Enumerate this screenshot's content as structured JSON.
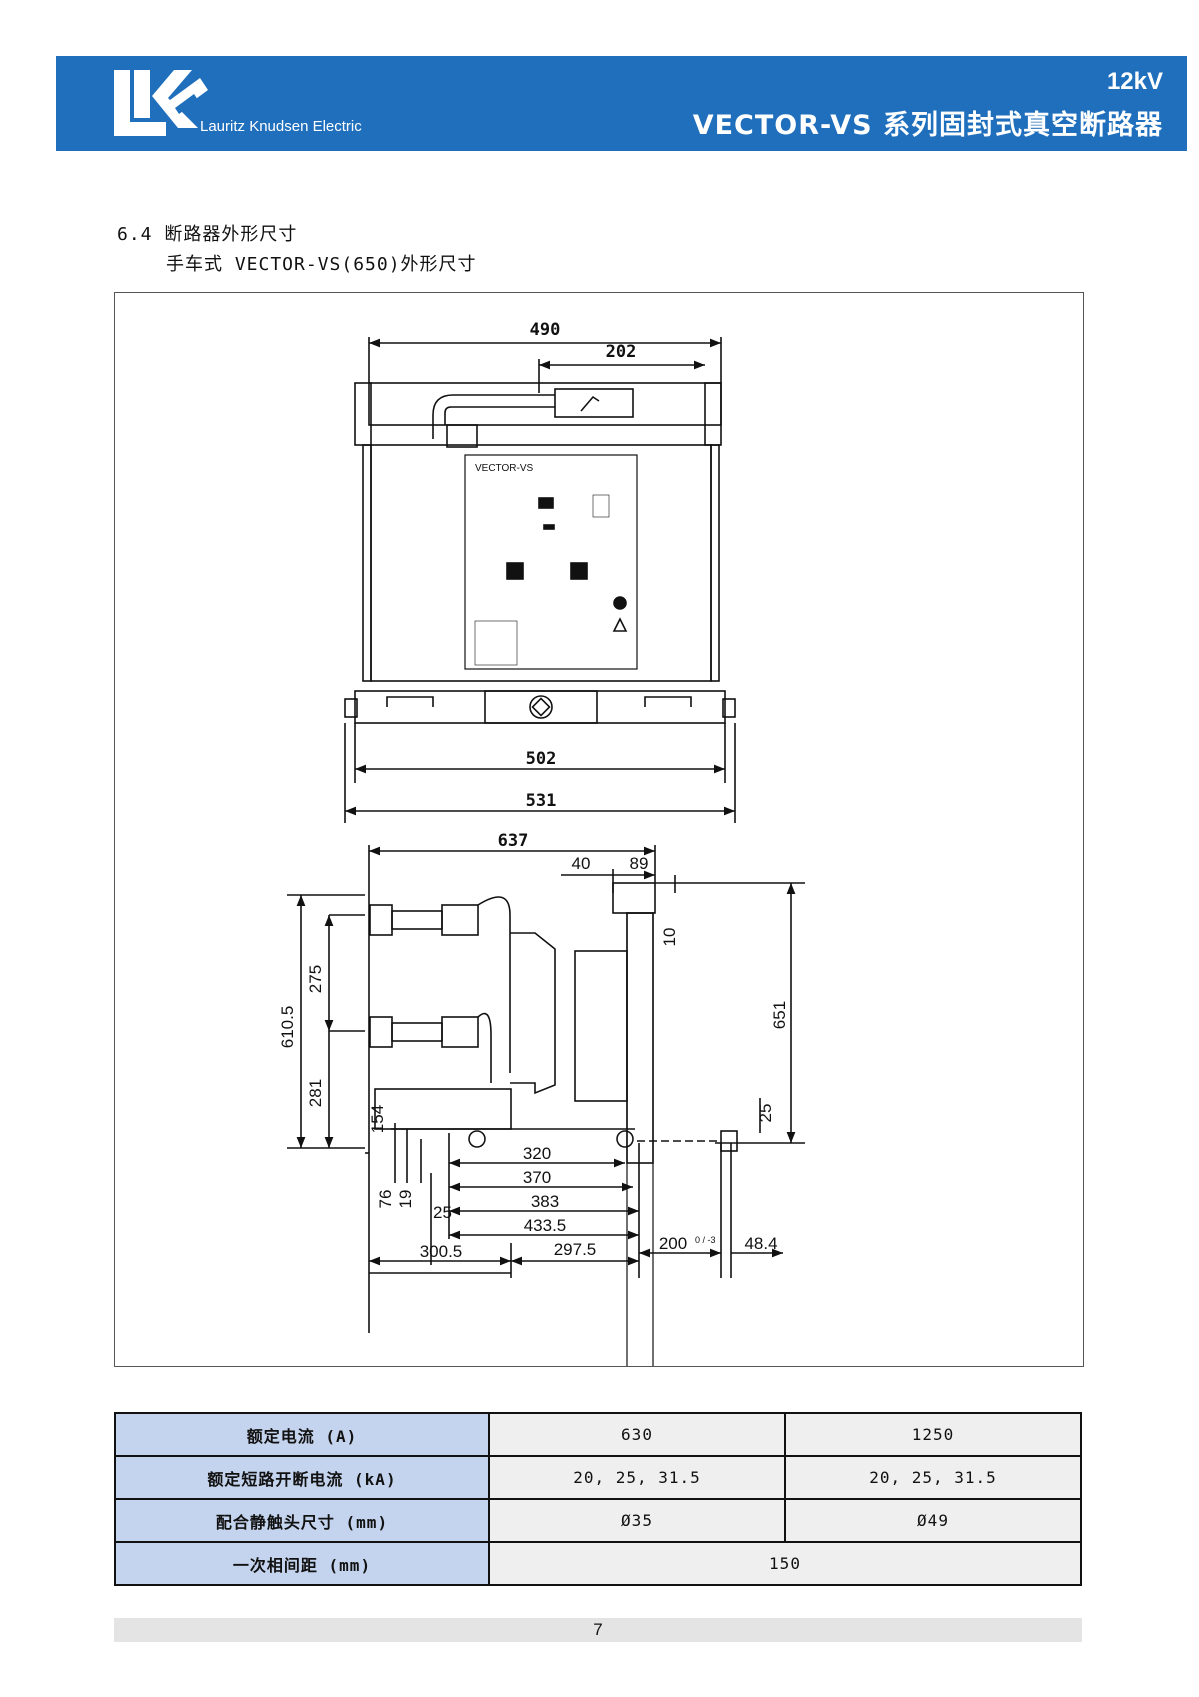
{
  "header": {
    "company": "Lauritz Knudsen Electric",
    "voltage": "12kV",
    "title": "VECTOR-VS 系列固封式真空断路器",
    "bg_color": "#1f6fbd"
  },
  "section": {
    "title": "6.4 断路器外形尺寸",
    "subtitle": "手车式 VECTOR-VS(650)外形尺寸"
  },
  "drawing": {
    "panel_label": "VECTOR-VS",
    "front_view": {
      "width_overall": "490",
      "width_offset": "202",
      "base_inner": "502",
      "base_outer": "531"
    },
    "side_view": {
      "depth_overall": "637",
      "dim_40": "40",
      "dim_89": "89",
      "dim_10": "10",
      "height_total": "651",
      "dim_25_right": "25",
      "left_610": "610.5",
      "left_275": "275",
      "left_281": "281",
      "dim_154": "154",
      "dim_76": "76",
      "dim_19": "19",
      "dim_25": "25",
      "dim_320": "320",
      "dim_370": "370",
      "dim_383": "383",
      "dim_433": "433.5",
      "dim_300": "300.5",
      "dim_297": "297.5",
      "dim_200": "200",
      "tol_200": "0 / -3",
      "dim_48": "48.4"
    }
  },
  "spec_table": {
    "rows": [
      {
        "label": "额定电流 (A)",
        "v1": "630",
        "v2": "1250"
      },
      {
        "label": "额定短路开断电流 (kA)",
        "v1": "20, 25, 31.5",
        "v2": "20, 25, 31.5"
      },
      {
        "label": "配合静触头尺寸 (mm)",
        "v1": "Ø35",
        "v2": "Ø49"
      },
      {
        "label": "一次相间距 (mm)",
        "merged": "150"
      }
    ]
  },
  "footer": {
    "page": "7"
  }
}
